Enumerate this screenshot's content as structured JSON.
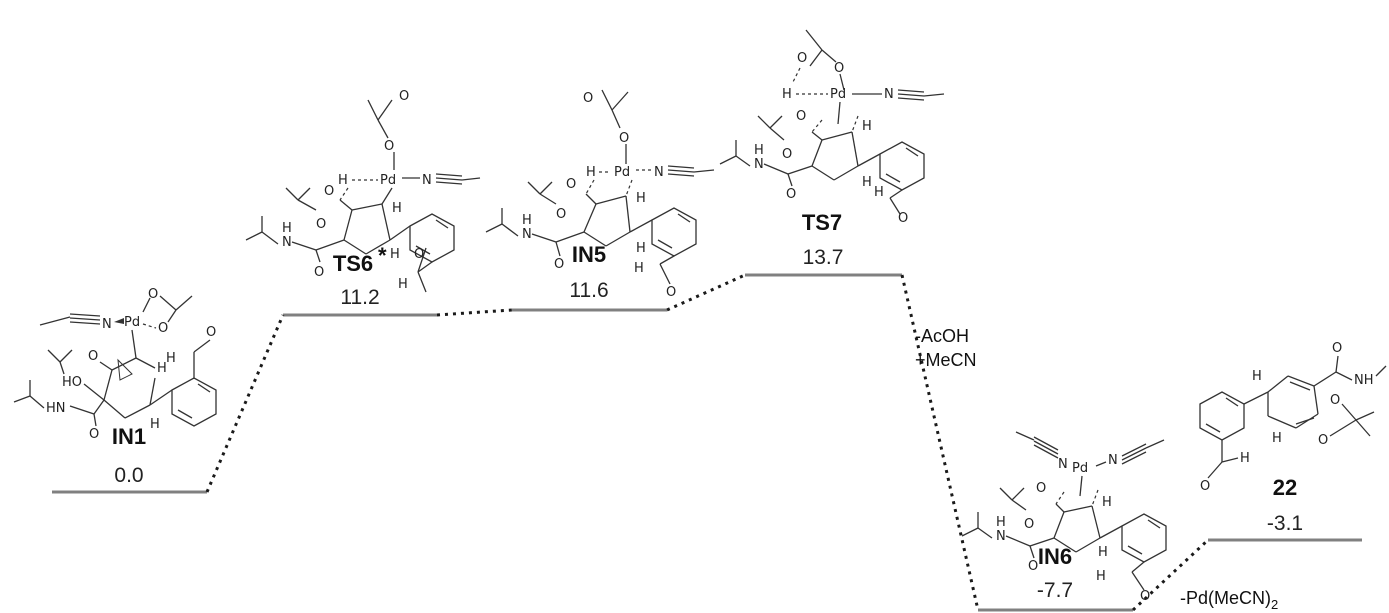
{
  "states": [
    {
      "id": "IN1",
      "name": "IN1",
      "energy": "0.0",
      "value": 0.0
    },
    {
      "id": "TS6",
      "name": "TS6",
      "name_suffix": "*",
      "energy": "11.2",
      "value": 11.2
    },
    {
      "id": "IN5",
      "name": "IN5",
      "energy": "11.6",
      "value": 11.6
    },
    {
      "id": "TS7",
      "name": "TS7",
      "energy": "13.7",
      "value": 13.7
    },
    {
      "id": "IN6",
      "name": "IN6",
      "energy": "-7.7",
      "value": -7.7
    },
    {
      "id": "P22",
      "name": "22",
      "energy": "-3.1",
      "value": -3.1
    }
  ],
  "annotations": {
    "acoh": "-AcOH",
    "mecn": "+MeCN",
    "pd_release": "-Pd(MeCN)",
    "pd_release_sub": "2"
  },
  "atoms": {
    "pd": "Pd",
    "n": "N",
    "o": "O",
    "h": "H",
    "hn": "HN",
    "nh": "NH",
    "ho": "HO",
    "nh_h": "H",
    "nh_n": "N"
  },
  "colors": {
    "level": "#808080",
    "connector": "#1a1a1a",
    "text": "#222222"
  }
}
